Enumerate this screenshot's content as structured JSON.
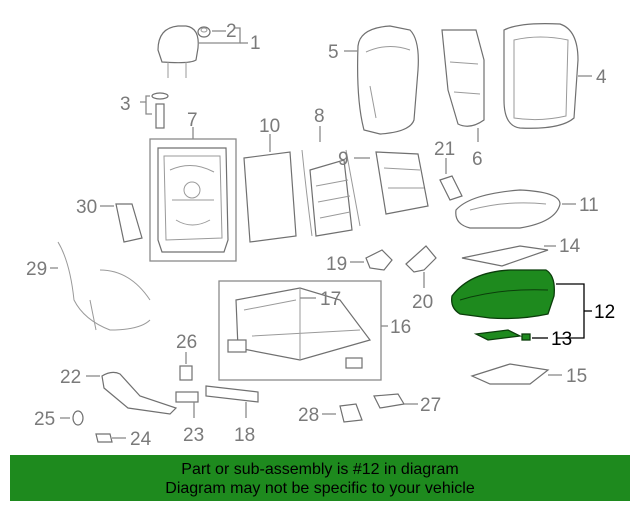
{
  "callouts": [
    "1",
    "2",
    "3",
    "4",
    "5",
    "6",
    "7",
    "8",
    "9",
    "10",
    "11",
    "12",
    "13",
    "14",
    "15",
    "16",
    "17",
    "18",
    "19",
    "20",
    "21",
    "22",
    "23",
    "24",
    "25",
    "26",
    "27",
    "28",
    "29",
    "30"
  ],
  "highlighted": [
    "12",
    "13"
  ],
  "colors": {
    "highlight": "#1e8a1e",
    "banner": "#1e8a1e",
    "line": "#8a8a8a",
    "label": "#7a7a7a"
  },
  "banner": {
    "line1": "Part or sub-assembly is #12 in diagram",
    "line2": "Diagram may not be specific to your vehicle"
  }
}
